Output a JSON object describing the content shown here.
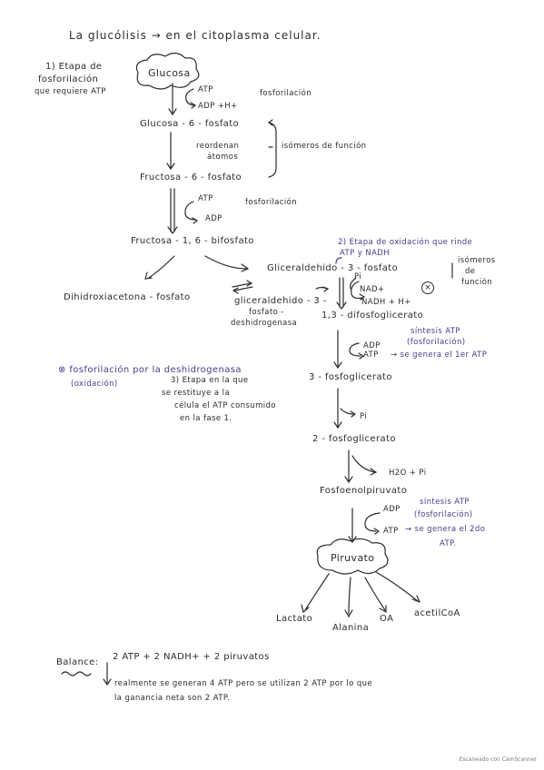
{
  "title": "La glucólisis → en el citoplasma celular.",
  "stage1": {
    "l1": "1) Etapa de",
    "l2": "fosforilación",
    "l3": "que requiere ATP"
  },
  "glucosa": "Glucosa",
  "atp1": "ATP",
  "adp1": "ADP +H+",
  "fosf1": "fosforilación",
  "g6p": "Glucosa - 6 - fosfato",
  "reord": {
    "l1": "reordenan",
    "l2": "átomos"
  },
  "isomeros": "isómeros de función",
  "f6p": "Fructosa - 6 - fosfato",
  "atp2": "ATP",
  "adp2": "ADP",
  "fosf2": "fosforilación",
  "f16": "Fructosa - 1, 6 - bifosfato",
  "stage2": {
    "l1": "2) Etapa de oxidación que rinde",
    "l2": "ATP y NADH"
  },
  "isomeros2": {
    "l1": "isómeros",
    "l2": "de",
    "l3": "función"
  },
  "dihidroxi": "Dihidroxiacetona - fosfato",
  "gliceraldehido": "Gliceraldehido - 3 - fosfato",
  "pi1": "Pi",
  "nad": "NAD+",
  "nadh": "NADH + H+",
  "enzyme": {
    "l1": "gliceraldehido - 3 -",
    "l2": "fosfato -",
    "l3": "deshidrogenasa"
  },
  "bpg": "1,3 - difosfoglicerato",
  "adp3": "ADP",
  "atp3": "ATP",
  "sintesis1": {
    "l1": "síntesis ATP",
    "l2": "(fosforilación)",
    "l3": "→ se genera el 1er ATP"
  },
  "note_fosf": {
    "l1": "⊗ fosforilación por la deshidrogenasa",
    "l2": "(oxidación)"
  },
  "stage3": {
    "l1": "3) Etapa en la que",
    "l2": "se restituye a la",
    "l3": "célula el ATP consumido",
    "l4": "en la fase 1."
  },
  "pg3": "3 - fosfoglicerato",
  "pi2": "Pi",
  "pg2": "2 - fosfoglicerato",
  "h2o": "H2O + Pi",
  "pep": "Fosfoenolpiruvato",
  "adp4": "ADP",
  "atp4": "ATP",
  "sintesis2": {
    "l1": "síntesis ATP",
    "l2": "(fosforilación)",
    "l3": "→ se genera el 2do",
    "l4": "ATP."
  },
  "piruvato": "Piruvato",
  "products": {
    "lactato": "Lactato",
    "alanina": "Alanina",
    "oa": "OA",
    "acetil": "acetilCoA"
  },
  "balance": {
    "label": "Balance:",
    "eq": "2 ATP + 2 NADH+ + 2 piruvatos"
  },
  "conclusion": {
    "l1": "realmente se generan 4 ATP pero se utilizan 2 ATP por lo que",
    "l2": "la ganancia neta son 2 ATP."
  },
  "watermark": "Escaneado con CamScanner"
}
